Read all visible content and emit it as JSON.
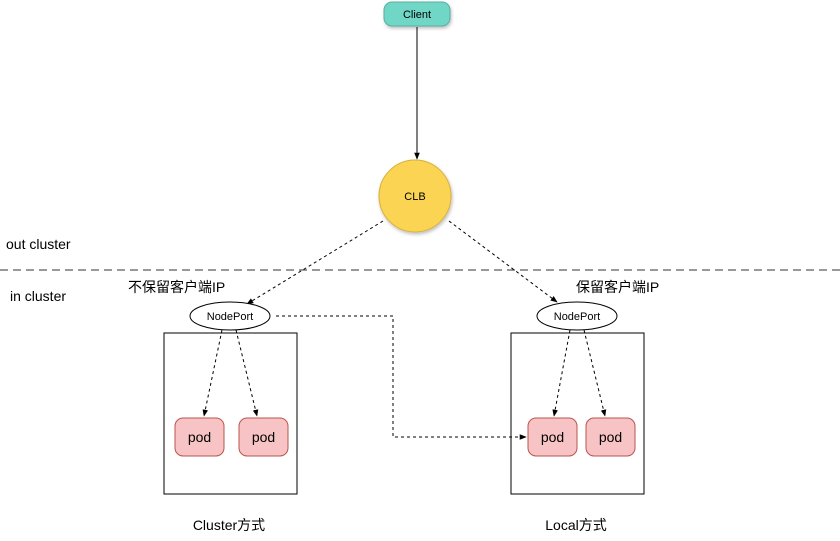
{
  "nodes": {
    "client": {
      "label": "Client",
      "fill": "#6fd6c5"
    },
    "clb": {
      "label": "CLB",
      "fill": "#fcd452"
    },
    "nodeport_left": {
      "label": "NodePort"
    },
    "nodeport_right": {
      "label": "NodePort"
    },
    "pods_left": [
      {
        "label": "pod"
      },
      {
        "label": "pod"
      }
    ],
    "pods_right": [
      {
        "label": "pod"
      },
      {
        "label": "pod"
      }
    ],
    "pod_fill": "#f8c3c5",
    "pod_stroke": "#b85450"
  },
  "regions": {
    "out_cluster": "out cluster",
    "in_cluster": "in cluster"
  },
  "annotations": {
    "left_note": "不保留客户端IP",
    "right_note": "保留客户端IP"
  },
  "captions": {
    "left": "Cluster方式",
    "right": "Local方式"
  },
  "edges": [
    {
      "from": "client",
      "to": "clb",
      "style": "solid"
    },
    {
      "from": "clb",
      "to": "nodeport_left",
      "style": "dashed"
    },
    {
      "from": "clb",
      "to": "nodeport_right",
      "style": "dashed"
    },
    {
      "from": "nodeport_left",
      "to": "pods_left.0",
      "style": "dashed"
    },
    {
      "from": "nodeport_left",
      "to": "pods_left.1",
      "style": "dashed"
    },
    {
      "from": "nodeport_left",
      "to": "pods_right.0",
      "style": "dashed"
    },
    {
      "from": "nodeport_right",
      "to": "pods_right.0",
      "style": "dashed"
    },
    {
      "from": "nodeport_right",
      "to": "pods_right.1",
      "style": "dashed"
    }
  ]
}
